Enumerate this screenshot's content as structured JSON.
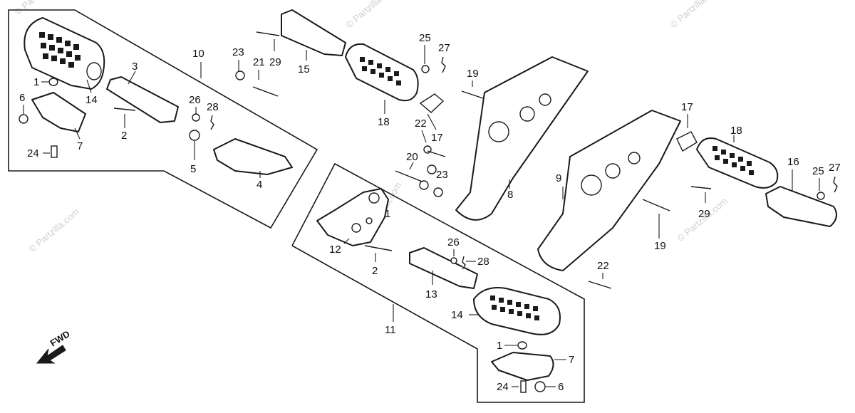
{
  "watermark": "© Partzilla.com",
  "fwd_label": "FWD",
  "callouts": {
    "c1a": "1",
    "c1b": "1",
    "c2a": "2",
    "c2b": "2",
    "c3": "3",
    "c4": "4",
    "c5": "5",
    "c6a": "6",
    "c6b": "6",
    "c7a": "7",
    "c7b": "7",
    "c8": "8",
    "c9": "9",
    "c10": "10",
    "c11": "11",
    "c12": "12",
    "c13": "13",
    "c14a": "14",
    "c14b": "14",
    "c15": "15",
    "c16": "16",
    "c17a": "17",
    "c17b": "17",
    "c18a": "18",
    "c18b": "18",
    "c19a": "19",
    "c19b": "19",
    "c20": "20",
    "c21": "21",
    "c22a": "22",
    "c22b": "22",
    "c23a": "23",
    "c23b": "23",
    "c24a": "24",
    "c24b": "24",
    "c25a": "25",
    "c25b": "25",
    "c26a": "26",
    "c26b": "26",
    "c27a": "27",
    "c27b": "27",
    "c28a": "28",
    "c28b": "28",
    "c29a": "29",
    "c29b": "29"
  }
}
